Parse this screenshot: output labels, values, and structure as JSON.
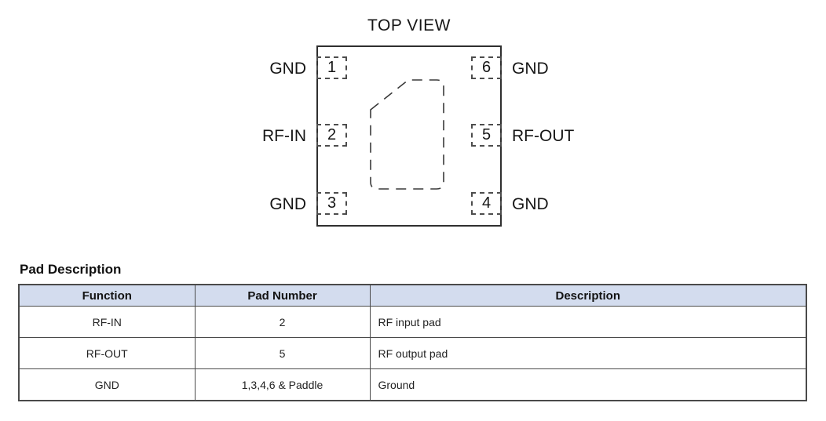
{
  "diagram": {
    "title": "TOP VIEW",
    "pins": [
      {
        "number": "1",
        "label": "GND",
        "side": "left"
      },
      {
        "number": "2",
        "label": "RF-IN",
        "side": "left"
      },
      {
        "number": "3",
        "label": "GND",
        "side": "left"
      },
      {
        "number": "6",
        "label": "GND",
        "side": "right"
      },
      {
        "number": "5",
        "label": "RF-OUT",
        "side": "right"
      },
      {
        "number": "4",
        "label": "GND",
        "side": "right"
      }
    ],
    "paddle": "exposed ground paddle (dashed outline, chamfered pin-1 corner)"
  },
  "table": {
    "heading": "Pad Description",
    "columns": [
      "Function",
      "Pad Number",
      "Description"
    ],
    "rows": [
      {
        "function": "RF-IN",
        "pad_number": "2",
        "description": "RF input pad"
      },
      {
        "function": "RF-OUT",
        "pad_number": "5",
        "description": "RF output pad"
      },
      {
        "function": "GND",
        "pad_number": "1,3,4,6 & Paddle",
        "description": "Ground"
      }
    ]
  },
  "colors": {
    "table_header_bg": "#d3dcee",
    "table_border": "#4a4a4a",
    "line": "#2f2f2f",
    "text": "#161616"
  }
}
